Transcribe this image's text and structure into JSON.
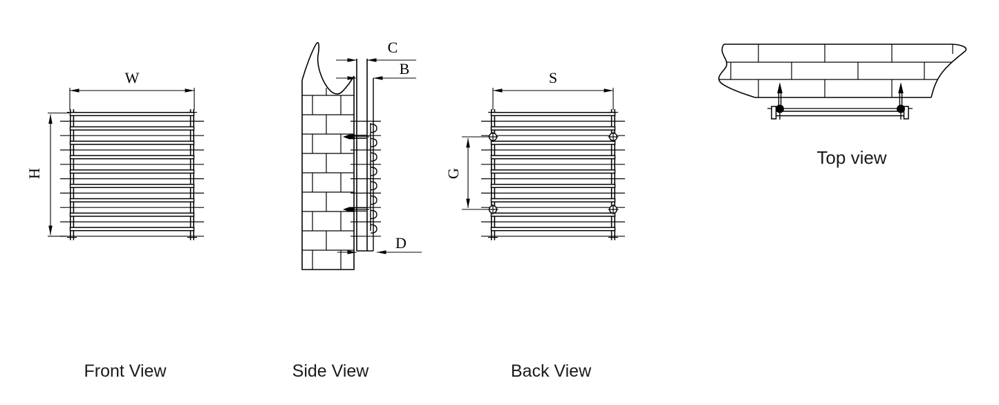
{
  "views": {
    "front": {
      "caption": "Front View",
      "dim_width_label": "W",
      "dim_height_label": "H"
    },
    "side": {
      "caption": "Side View",
      "dim_c_label": "C",
      "dim_b_label": "B",
      "dim_d_label": "D"
    },
    "back": {
      "caption": "Back View",
      "dim_s_label": "S",
      "dim_g_label": "G"
    },
    "top": {
      "caption": "Top view"
    }
  },
  "colors": {
    "line": "#000000",
    "caption_text": "#1a1a1a",
    "background": "#ffffff"
  }
}
